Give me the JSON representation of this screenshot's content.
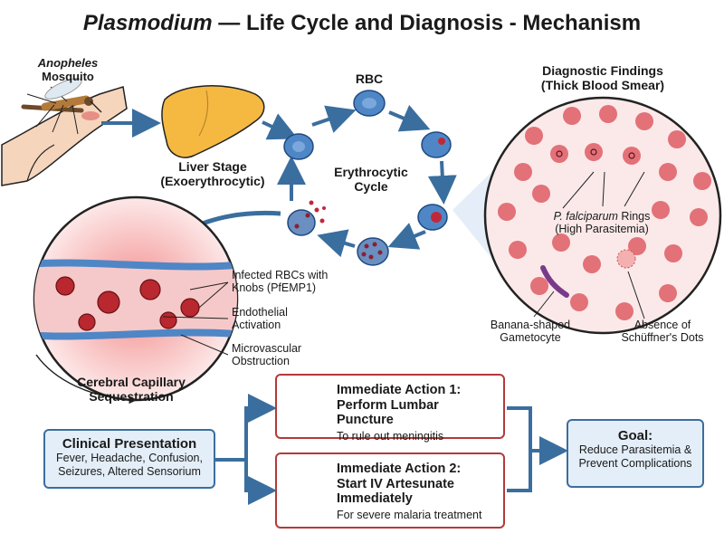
{
  "title": {
    "italic": "Plasmodium",
    "rest": " — Life Cycle and Diagnosis - Mechanism"
  },
  "mosquito": {
    "line1": "Anopheles",
    "line2": "Mosquito"
  },
  "liver": {
    "line1": "Liver Stage",
    "line2": "(Exoerythrocytic)"
  },
  "cycle": {
    "rbc": "RBC",
    "line1": "Erythrocytic",
    "line2": "Cycle"
  },
  "diagnostic": {
    "title1": "Diagnostic Findings",
    "title2": "(Thick Blood Smear)",
    "rings_species": "P. falciparum",
    "rings_word": " Rings",
    "rings_line2": "(High Parasitemia)",
    "gametocyte1": "Banana-shaped",
    "gametocyte2": "Gametocyte",
    "schuffner1": "Absence of",
    "schuffner2": "Schüffner's Dots"
  },
  "capillary": {
    "label1": "Infected RBCs with",
    "label1b": "Knobs (PfEMP1)",
    "label2": "Endothelial",
    "label2b": "Activation",
    "label3": "Microvascular",
    "label3b": "Obstruction",
    "caption1": "Cerebral Capillary",
    "caption2": "Sequestration"
  },
  "clinical": {
    "title": "Clinical Presentation",
    "line1": "Fever, Headache, Confusion,",
    "line2": "Seizures, Altered Sensorium"
  },
  "action1": {
    "title1": "Immediate Action 1:",
    "title2": "Perform Lumbar Puncture",
    "sub": "To rule out meningitis"
  },
  "action2": {
    "title1": "Immediate Action 2:",
    "title2": "Start IV Artesunate",
    "title3": "Immediately",
    "sub": "For severe malaria treatment"
  },
  "goal": {
    "title": "Goal:",
    "line1": "Reduce Parasitemia &",
    "line2": "Prevent Complications"
  },
  "colors": {
    "arrow_blue": "#3a6e9e",
    "box_blue_fill": "#e4eef8",
    "action_red": "#b33a3a",
    "rbc_red": "#d9505a",
    "cell_blue": "#4f86c6"
  }
}
